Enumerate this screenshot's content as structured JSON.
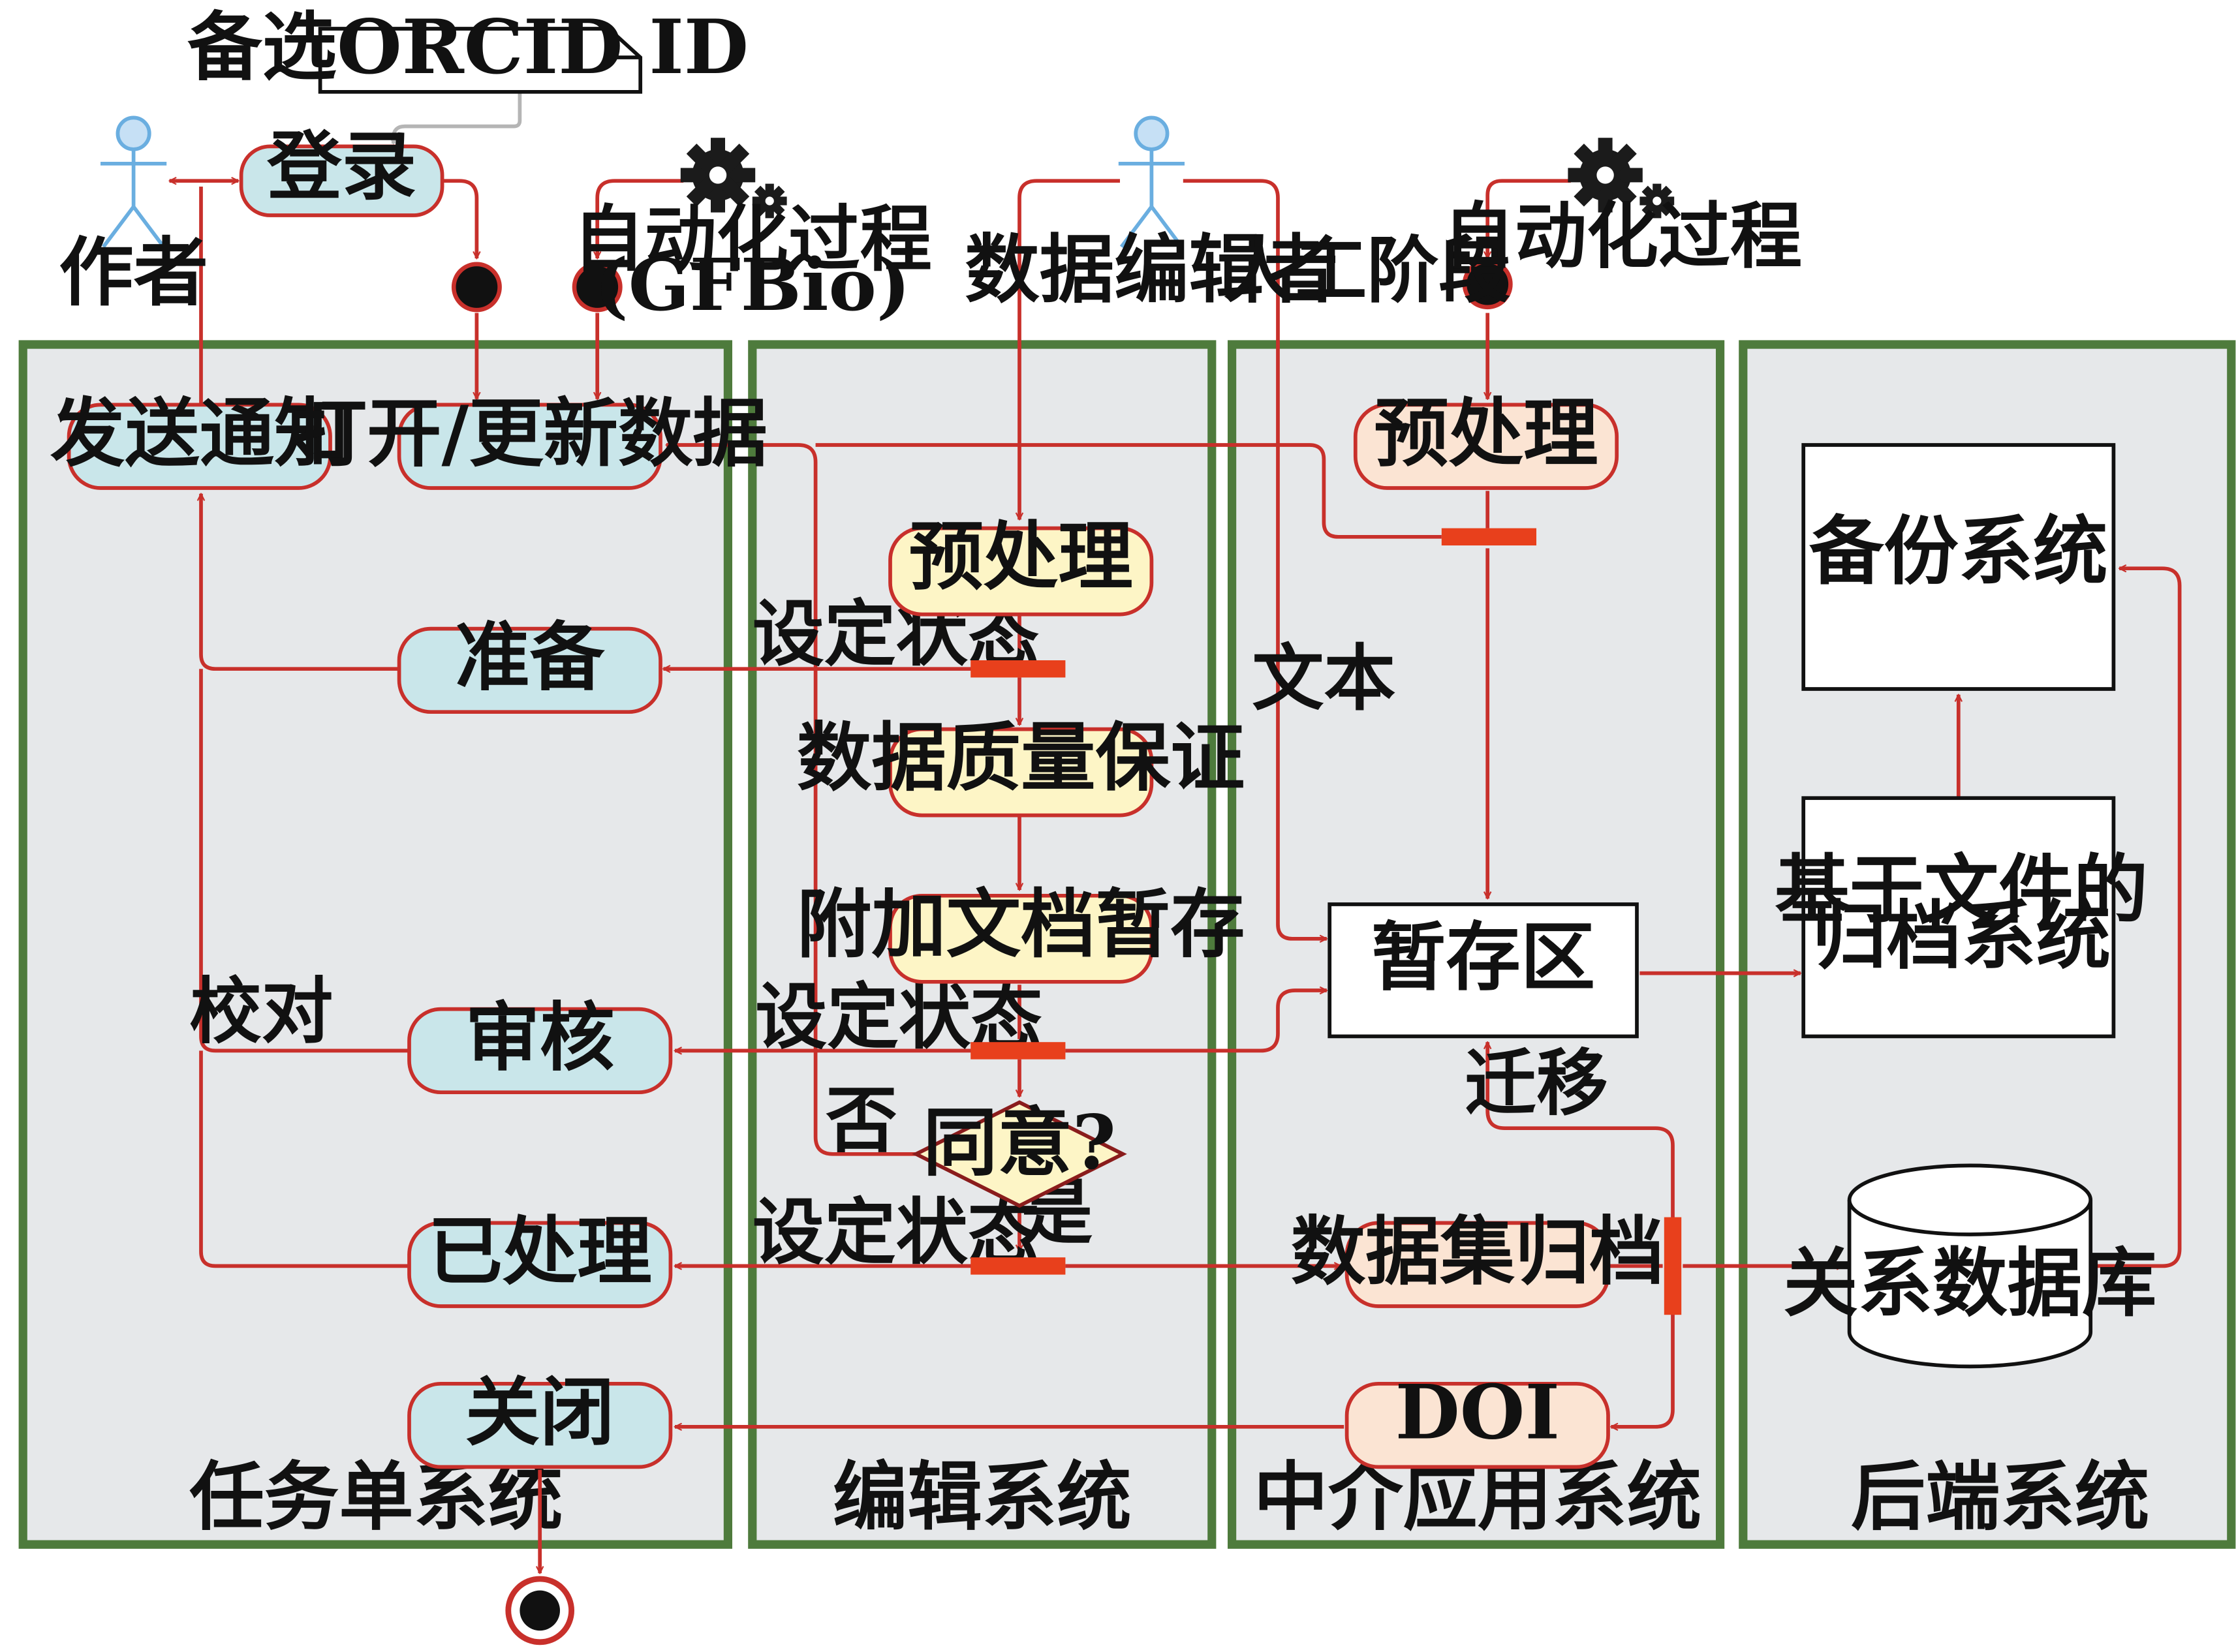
{
  "lanes": {
    "ticket": "任务单系统",
    "editor": "编辑系统",
    "middleware": "中介应用系统",
    "backend": "后端系统"
  },
  "actors": {
    "author": "作者",
    "data_editor": "数据编辑者"
  },
  "note": {
    "orcid": "备选ORCID ID"
  },
  "labels": {
    "auto_gfbio_1": "自动化过程",
    "auto_gfbio_2": "(GFBio)",
    "manual_stage": "人工阶段",
    "auto_process": "自动化过程",
    "set_status_1": "设定状态",
    "set_status_2": "设定状态",
    "set_status_3": "设定状态",
    "text": "文本",
    "proofread": "校对",
    "no": "否",
    "yes": "是",
    "migrate": "迁移"
  },
  "nodes": {
    "login": "登录",
    "send_notice": "发送通知",
    "open_update": "打开/更新数据",
    "prepare": "准备",
    "review": "审核",
    "processed": "已处理",
    "close": "关闭",
    "preprocess_editor": "预处理",
    "data_qa": "数据质量保证",
    "attach_staging": "附加文档暂存",
    "agree": "同意?",
    "preprocess_mw": "预处理",
    "staging_area": "暂存区",
    "dataset_archive": "数据集归档",
    "doi": "DOI",
    "backup": "备份系统",
    "file_archive_1": "基于文件的",
    "file_archive_2": "归档系统",
    "relational_db": "关系数据库"
  }
}
